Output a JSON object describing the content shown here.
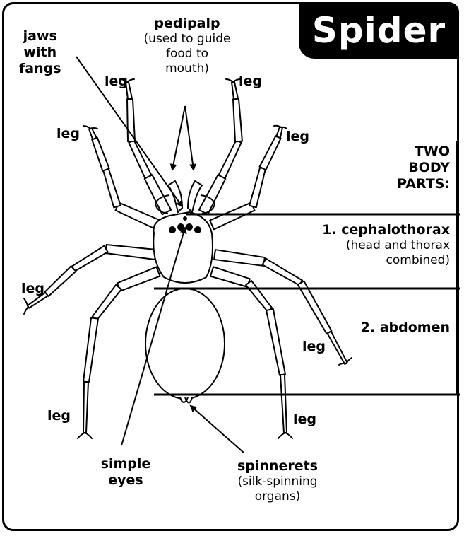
{
  "title": "Spider",
  "labels": {
    "jaws": [
      "jaws",
      "with",
      "fangs"
    ],
    "pedipalp_title": "pedipalp",
    "pedipalp_desc": [
      "(used to guide",
      "food to",
      "mouth)"
    ],
    "leg": "leg",
    "two_body_parts": [
      "TWO",
      "BODY",
      "PARTS:"
    ],
    "cephalothorax_title": "1. cephalothorax",
    "cephalothorax_desc": [
      "(head and thorax",
      "combined)"
    ],
    "abdomen_title": "2. abdomen",
    "simple_eyes": [
      "simple",
      "eyes"
    ],
    "spinnerets_title": "spinnerets",
    "spinnerets_desc": [
      "(silk-spinning",
      "organs)"
    ]
  }
}
